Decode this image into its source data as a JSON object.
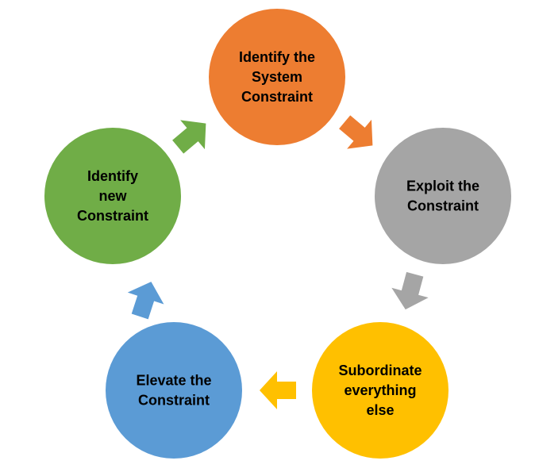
{
  "diagram": {
    "nodes": [
      {
        "id": "identify-system",
        "lines": [
          "Identify the",
          "System",
          "Constraint"
        ],
        "color": "#ED7D31",
        "text_color": "#000000"
      },
      {
        "id": "exploit",
        "lines": [
          "Exploit the",
          "Constraint"
        ],
        "color": "#A5A5A5",
        "text_color": "#000000"
      },
      {
        "id": "subordinate",
        "lines": [
          "Subordinate",
          "everything",
          "else"
        ],
        "color": "#FFC000",
        "text_color": "#000000"
      },
      {
        "id": "elevate",
        "lines": [
          "Elevate the",
          "Constraint"
        ],
        "color": "#5B9BD5",
        "text_color": "#000000"
      },
      {
        "id": "identify-new",
        "lines": [
          "Identify",
          "new",
          "Constraint"
        ],
        "color": "#70AD47",
        "text_color": "#000000"
      }
    ],
    "arrows": [
      {
        "from": "identify-system",
        "to": "exploit",
        "color": "#ED7D31",
        "direction": "down-right"
      },
      {
        "from": "exploit",
        "to": "subordinate",
        "color": "#A5A5A5",
        "direction": "down"
      },
      {
        "from": "subordinate",
        "to": "elevate",
        "color": "#FFC000",
        "direction": "left"
      },
      {
        "from": "elevate",
        "to": "identify-new",
        "color": "#5B9BD5",
        "direction": "up"
      },
      {
        "from": "identify-new",
        "to": "identify-system",
        "color": "#70AD47",
        "direction": "up-right"
      }
    ]
  }
}
